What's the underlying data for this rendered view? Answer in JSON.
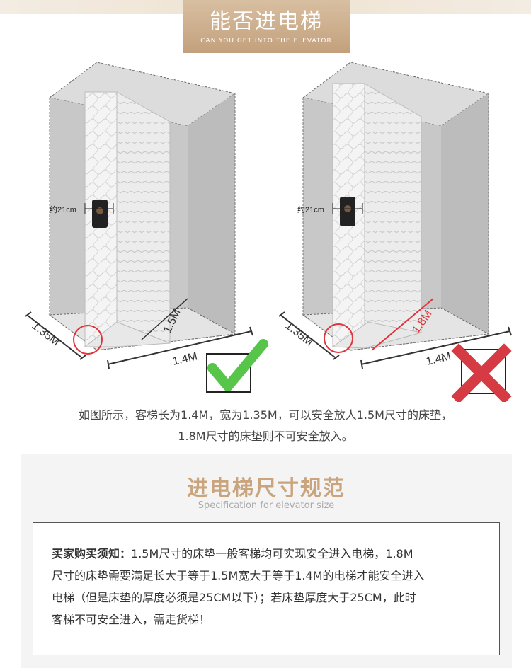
{
  "banner": {
    "title": "能否进电梯",
    "subtitle": "CAN YOU GET INTO THE ELEVATOR"
  },
  "left_diagram": {
    "thickness_label": "约21cm",
    "mattress_length_label": "1.5M",
    "depth_label": "1.35M",
    "width_label": "1.4M",
    "result_icon": "check-icon"
  },
  "right_diagram": {
    "thickness_label": "约21cm",
    "mattress_length_label": "1.8M",
    "depth_label": "1.35M",
    "width_label": "1.4M",
    "result_icon": "cross-icon"
  },
  "description": {
    "line1": "如图所示，客梯长为1.4M，宽为1.35M，可以安全放人1.5M尺寸的床垫，",
    "line2": "1.8M尺寸的床垫则不可安全放入。"
  },
  "spec": {
    "title": "进电梯尺寸规范",
    "subtitle": "Specification for elevator size",
    "notice_label": "买家购买须知：",
    "notice_line1": "1.5M尺寸的床垫一般客梯均可实现安全进入电梯，1.8M",
    "notice_line2": "尺寸的床垫需要满足长大于等于1.5M宽大于等于1.4M的电梯才能安全进入",
    "notice_line3": "电梯（但是床垫的厚度必须是25CM以下）；若床垫厚度大于25CM，此时",
    "notice_line4": "客梯不可安全进入，需走货梯！"
  },
  "colors": {
    "banner": "#c9a683",
    "accent_red": "#e0343a",
    "check_green": "#57c44a",
    "cross_red": "#d63a43",
    "spec_title": "#c9a47c"
  }
}
